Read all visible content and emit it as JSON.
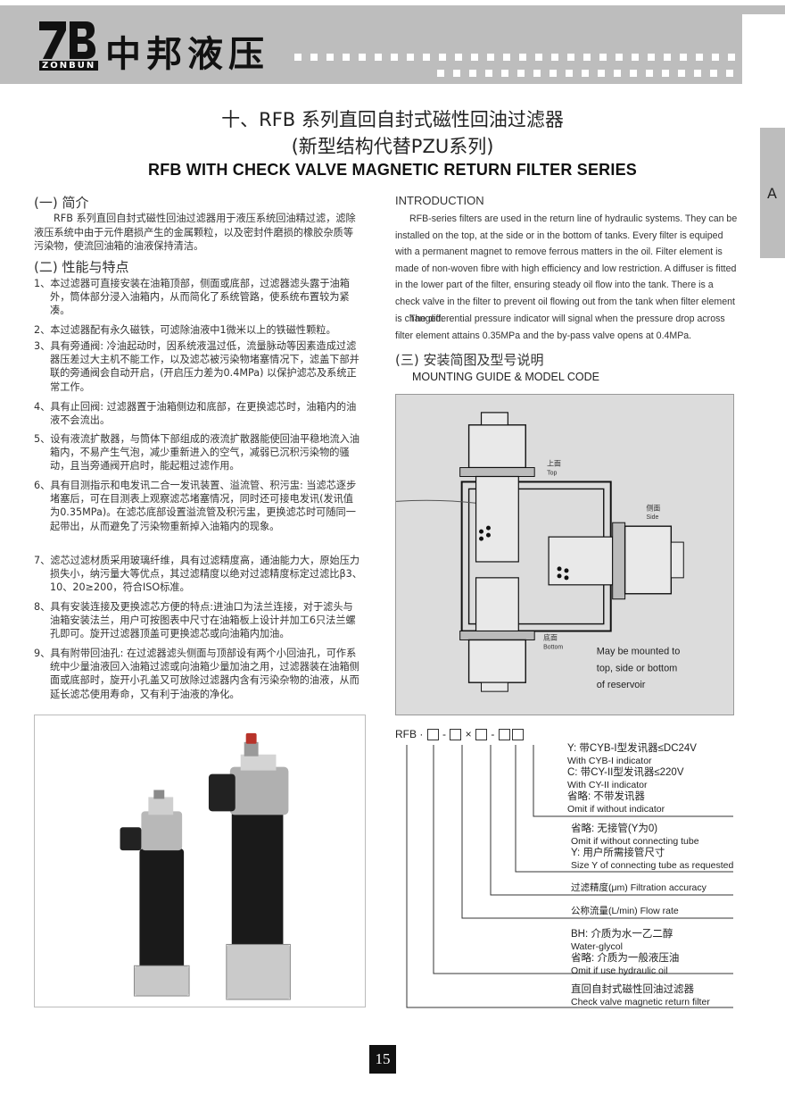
{
  "header": {
    "logo_mark": "ZB",
    "logo_sub": "ZONBUN",
    "company": "中邦液压"
  },
  "side_tab": "A",
  "title": {
    "cn1": "十、RFB 系列直回自封式磁性回油过滤器",
    "cn2": "(新型结构代替PZU系列)",
    "en": "RFB  WITH CHECK VALVE MAGNETIC RETURN  FILTER SERIES"
  },
  "intro_cn": {
    "heading": "(一) 简介",
    "text": "RFB 系列直回自封式磁性回油过滤器用于液压系统回油精过滤，滤除液压系统中由于元件磨损产生的金属颗粒，以及密封件磨损的橡胶杂质等污染物，使流回油箱的油液保持清洁。"
  },
  "features": {
    "heading": "(二) 性能与特点",
    "items": [
      "1、本过滤器可直接安装在油箱顶部，侧面或底部，过滤器滤头露于油箱外，筒体部分浸入油箱内，从而简化了系统管路，使系统布置较为紧凑。",
      "2、本过滤器配有永久磁铁，可滤除油液中1微米以上的铁磁性颗粒。",
      "3、具有旁通阀: 冷油起动时，因系统液温过低，流量脉动等因素造成过滤器压差过大主机不能工作，以及滤芯被污染物堵塞情况下，滤盖下部并联的旁通阀会自动开启，(开启压力差为0.4MPa) 以保护滤芯及系统正常工作。",
      "4、具有止回阀: 过滤器置于油箱侧边和底部，在更换滤芯时，油箱内的油液不会流出。",
      "5、设有液流扩散器，与筒体下部组成的液流扩散器能使回油平稳地流入油箱内，不易产生气泡，减少重新进入的空气，减弱已沉积污染物的骚动，且当旁通阀开启时，能起粗过滤作用。",
      "6、具有目测指示和电发讯二合一发讯装置、溢流管、积污盅: 当滤芯逐步堵塞后，可在目测表上观察滤芯堵塞情况，同时还可接电发讯(发讯值为0.35MPa)。在滤芯底部设置溢流管及积污盅，更换滤芯时可随同一起带出，从而避免了污染物重新掉入油箱内的现象。",
      "7、滤芯过滤材质采用玻璃纤维，具有过滤精度高，通油能力大，原始压力损失小，纳污量大等优点，其过滤精度以绝对过滤精度标定过滤比β3、10、20≥200，符合ISO标准。",
      "8、具有安装连接及更换滤芯方便的特点:进油口为法兰连接，对于滤头与油箱安装法兰，用户可按图表中尺寸在油箱板上设计并加工6只法兰螺孔即可。旋开过滤器顶盖可更换滤芯或向油箱内加油。",
      "9、具有附带回油孔: 在过滤器滤头侧面与顶部设有两个小回油孔，可作系统中少量油液回入油箱过滤或向油箱少量加油之用，过滤器装在油箱侧面或底部时，旋开小孔盖又可放除过滤器内含有污染杂物的油液，从而延长滤芯使用寿命，又有利于油液的净化。"
    ]
  },
  "intro_en": {
    "heading": "INTRODUCTION",
    "p1": "RFB-series filters are used in the return line of hydraulic systems. They can be installed on the top, at the side or in the bottom of tanks. Every filter is equiped with a permanent magnet to remove ferrous matters in the oil. Filter element is made of non-woven fibre with high efficiency and low restriction. A diffuser is fitted in the lower part of the filter, ensuring steady oil flow into the tank. There is a check valve in the filter to prevent oil flowing out from the tank when filter element is changed.",
    "p2": "The differential pressure indicator will signal when the pressure drop across filter element attains 0.35MPa and the by-pass valve opens at 0.4MPa."
  },
  "mounting": {
    "heading_cn": "(三) 安装简图及型号说明",
    "heading_en": "MOUNTING GUIDE & MODEL CODE",
    "top_cn": "上面",
    "top_en": "Top",
    "side_cn": "侧面",
    "side_en": "Side",
    "bottom_cn": "底面",
    "bottom_en": "Bottom",
    "note": [
      "May be mounted to",
      "top, side or bottom",
      "of reservoir"
    ]
  },
  "model_code": {
    "prefix": "RFB · ",
    "sep1": " - ",
    "sep2": " × ",
    "sep3": " - ",
    "indicator": {
      "y_cn": "Y: 带CYB-I型发讯器≤DC24V",
      "y_en": "With CYB-I indicator",
      "c_cn": "C: 带CY-II型发讯器≤220V",
      "c_en": "With CY-II indicator",
      "omit_cn": "省略: 不带发讯器",
      "omit_en": "Omit if without indicator"
    },
    "tube": {
      "omit_cn": "省略: 无接管(Y为0)",
      "omit_en": "Omit if without connecting tube",
      "y_cn": "Y: 用户所需接管尺寸",
      "y_en": "Size Y of connecting tube as requested"
    },
    "accuracy": "过滤精度(μm) Filtration accuracy",
    "flow": "公称流量(L/min) Flow rate",
    "medium": {
      "bh_cn": "BH: 介质为水一乙二醇",
      "bh_en": "Water-glycol",
      "omit_cn": "省略: 介质为一般液压油",
      "omit_en": "Omit if use hydraulic oil"
    },
    "name_cn": "直回自封式磁性回油过滤器",
    "name_en": "Check valve magnetic return  filter"
  },
  "page_number": "15"
}
